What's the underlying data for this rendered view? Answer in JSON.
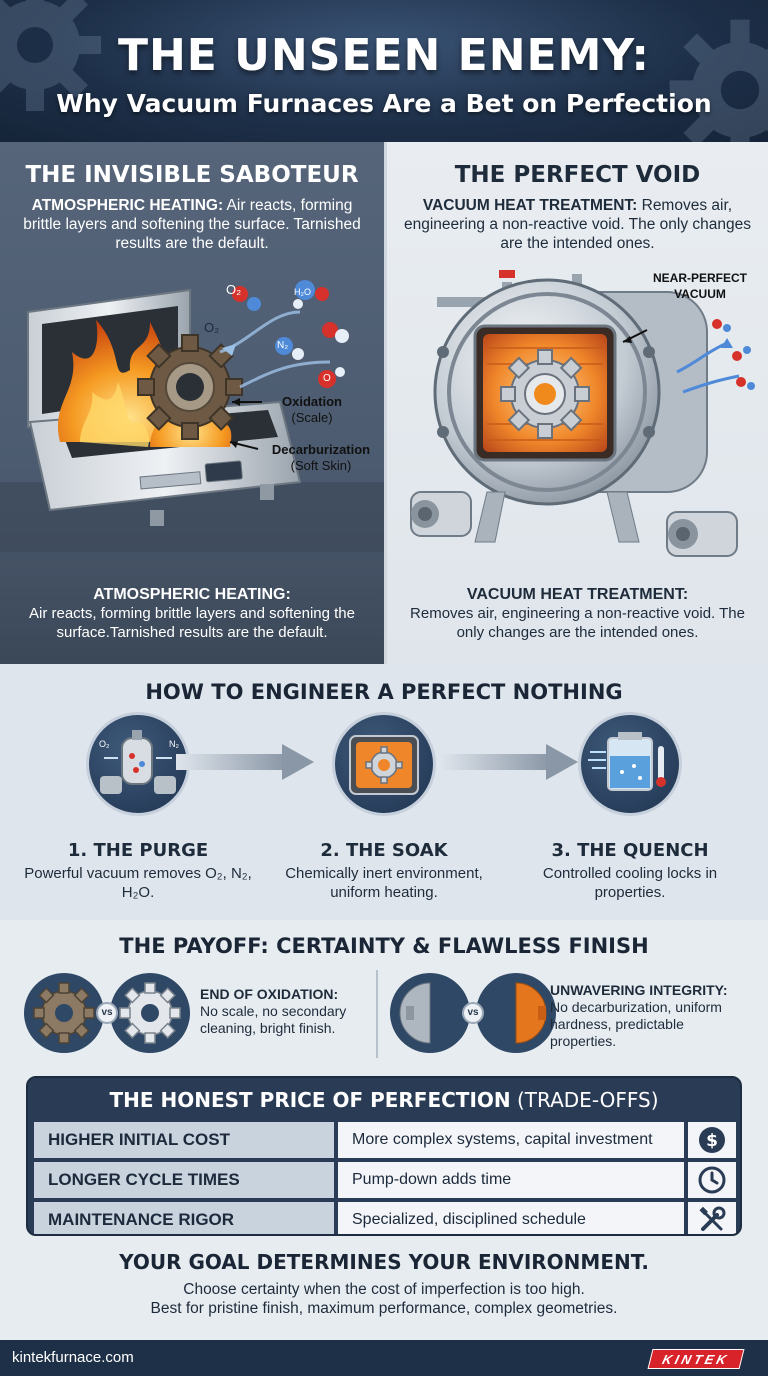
{
  "header": {
    "title": "THE UNSEEN ENEMY:",
    "subtitle": "Why Vacuum Furnaces Are a Bet on Perfection"
  },
  "left_panel": {
    "title": "THE INVISIBLE SABOTEUR",
    "desc_bold": "ATMOSPHERIC HEATING:",
    "desc_text": " Air reacts, forming brittle layers and softening the surface. Tarnished results are the default.",
    "molecules": [
      "O₂",
      "H₂O",
      "N₂",
      "O₂",
      "O"
    ],
    "label_oxidation": "Oxidation",
    "label_oxidation_sub": "(Scale)",
    "label_decarb": "Decarburization",
    "label_decarb_sub": "(Soft Skin)",
    "foot_title": "ATMOSPHERIC HEATING:",
    "foot_text": "Air reacts, forming brittle layers and softening the surface.Tarnished results are the default."
  },
  "right_panel": {
    "title": "THE PERFECT VOID",
    "desc_bold": "VACUUM HEAT TREATMENT:",
    "desc_text": " Removes air, engineering a non-reactive void. The only changes are the intended ones.",
    "label_vacuum_1": "NEAR-PERFECT",
    "label_vacuum_2": "VACUUM",
    "foot_title": "VACUUM HEAT TREATMENT:",
    "foot_text": "Removes air, engineering a non-reactive void. The only changes are the intended ones."
  },
  "steps": {
    "title": "HOW TO ENGINEER A PERFECT NOTHING",
    "items": [
      {
        "name": "1. THE PURGE",
        "desc": "Powerful vacuum removes O₂, N₂, H₂O.",
        "icon": "vacuum-pump-icon"
      },
      {
        "name": "2. THE SOAK",
        "desc": "Chemically inert environment, uniform heating.",
        "icon": "heated-gear-icon"
      },
      {
        "name": "3. THE QUENCH",
        "desc": "Controlled cooling locks in properties.",
        "icon": "quench-tank-icon"
      }
    ],
    "purge_labels": [
      "O₂",
      "N₂"
    ]
  },
  "payoff": {
    "title": "THE PAYOFF: CERTAINTY & FLAWLESS FINISH",
    "vs": "vs",
    "items": [
      {
        "title": "END OF OXIDATION:",
        "desc": "No scale, no secondary cleaning, bright finish."
      },
      {
        "title": "UNWAVERING INTEGRITY:",
        "desc": "No decarburization, uniform hardness, predictable properties."
      }
    ]
  },
  "tradeoffs": {
    "title": "THE HONEST PRICE OF PERFECTION",
    "title_suffix": " (TRADE-OFFS)",
    "rows": [
      {
        "name": "HIGHER INITIAL COST",
        "desc": "More complex systems, capital investment",
        "icon": "dollar-icon"
      },
      {
        "name": "LONGER CYCLE TIMES",
        "desc": "Pump-down adds time",
        "icon": "clock-icon"
      },
      {
        "name": "MAINTENANCE RIGOR",
        "desc": "Specialized, disciplined schedule",
        "icon": "tools-icon"
      }
    ]
  },
  "goal": {
    "title": "YOUR GOAL DETERMINES YOUR ENVIRONMENT.",
    "line1": "Choose certainty when the cost of imperfection is too high.",
    "line2": "Best for pristine finish, maximum performance, complex geometries."
  },
  "footer": {
    "site": "kintekfurnace.com",
    "brand": "KINTEK"
  },
  "colors": {
    "header_bg": "#1d2f48",
    "left_panel_bg": "#56657a",
    "right_panel_bg": "#e9edf1",
    "table_header_bg": "#2a3c55",
    "brand_red": "#d8232a",
    "fire": "#f08a1c"
  }
}
